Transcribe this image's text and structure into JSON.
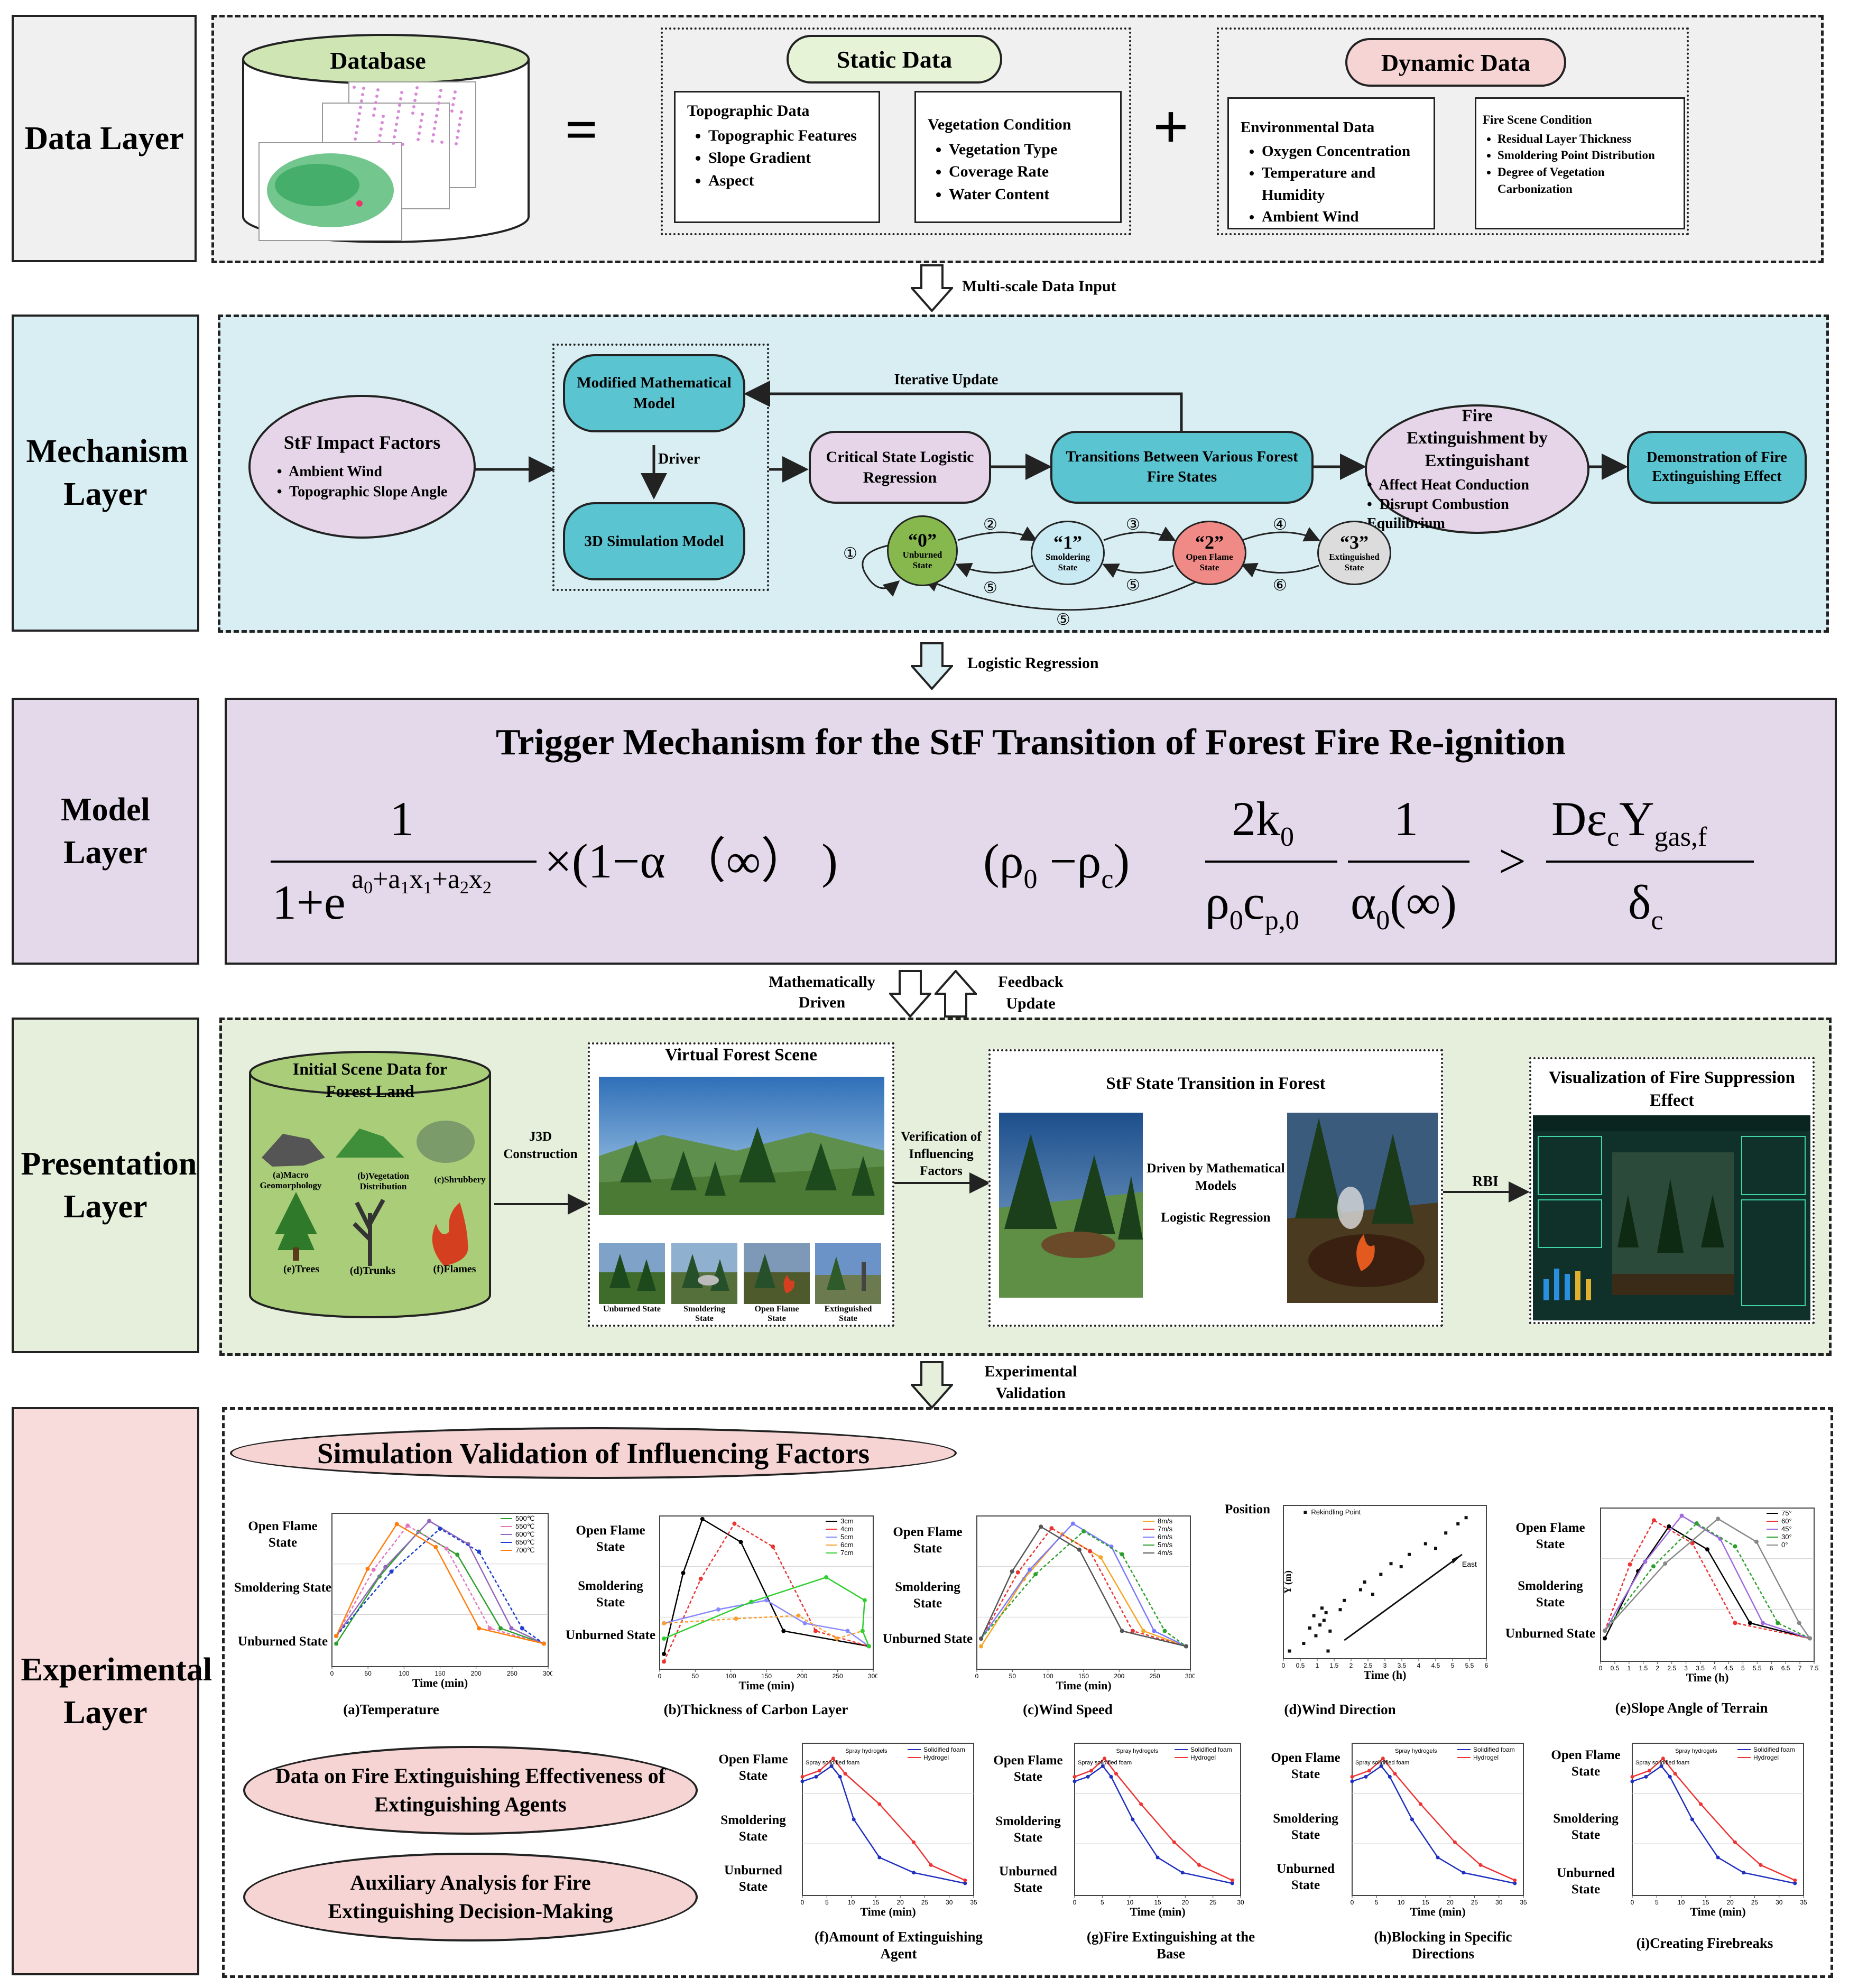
{
  "layers": {
    "data": "Data Layer",
    "mechanism": "Mechanism Layer",
    "model": "Model Layer",
    "presentation": "Presentation Layer",
    "experimental": "Experimental Layer"
  },
  "data_layer": {
    "database": "Database",
    "equals": "=",
    "plus": "+",
    "static_title": "Static Data",
    "topo_title": "Topographic Data",
    "topo_items": [
      "Topographic Features",
      "Slope Gradient",
      "Aspect"
    ],
    "veg_title": "Vegetation Condition",
    "veg_items": [
      "Vegetation Type",
      "Coverage Rate",
      "Water Content"
    ],
    "dynamic_title": "Dynamic Data",
    "env_title": "Environmental Data",
    "env_items": [
      "Oxygen Concentration",
      "Temperature and Humidity",
      "Ambient Wind"
    ],
    "fire_title": "Fire Scene Condition",
    "fire_items": [
      "Residual Layer Thickness",
      "Smoldering Point Distribution",
      "Degree of Vegetation Carbonization"
    ]
  },
  "arrows": {
    "a1": "Multi-scale Data Input",
    "a2": "Logistic Regression",
    "a3_left": "Mathematically Driven",
    "a3_right": "Feedback Update",
    "a4": "Experimental Validation"
  },
  "mechanism": {
    "impact_title": "StF Impact Factors",
    "impact_items": [
      "Ambient Wind",
      "Topographic Slope Angle"
    ],
    "modified_model": "Modified Mathematical Model",
    "driver": "Driver",
    "sim3d": "3D Simulation Model",
    "iterative": "Iterative Update",
    "critical": "Critical State Logistic Regression",
    "transitions": "Transitions Between Various Forest Fire States",
    "extinguish_title": "Fire Extinguishment by Extinguishant",
    "extinguish_items": [
      "Affect Heat Conduction",
      "Disrupt Combustion Equilibrium"
    ],
    "demonstration": "Demonstration of Fire Extinguishing Effect",
    "states": [
      {
        "num": "“0”",
        "name": "Unburned State"
      },
      {
        "num": "“1”",
        "name": "Smoldering State"
      },
      {
        "num": "“2”",
        "name": "Open Flame State"
      },
      {
        "num": "“3”",
        "name": "Extinguished State"
      }
    ],
    "circ": [
      "①",
      "②",
      "③",
      "④",
      "⑤",
      "⑥"
    ]
  },
  "model": {
    "title": "Trigger Mechanism for the StF Transition of Forest Fire Re-ignition"
  },
  "presentation": {
    "initial_title": "Initial Scene Data for Forest Land",
    "items": [
      "(a)Macro Geomorphology",
      "(b)Vegetation Distribution",
      "(c)Shrubbery",
      "(e)Trees",
      "(d)Trunks",
      "(f)Flames"
    ],
    "j3d": "J3D Construction",
    "virtual": "Virtual Forest Scene",
    "thumbs": [
      "Unburned State",
      "Smoldering State",
      "Open Flame State",
      "Extinguished State"
    ],
    "verification": "Verification of Influencing Factors",
    "stf": "StF State Transition in Forest",
    "driven": "Driven by Mathematical Models",
    "logistic": "Logistic Regression",
    "rbi": "RBI",
    "visual": "Visualization of Fire Suppression Effect"
  },
  "experimental": {
    "sim_title": "Simulation Validation of Influencing Factors",
    "agents_title": "Data on Fire Extinguishing Effectiveness of Extinguishing Agents",
    "aux_title": "Auxiliary Analysis for Fire Extinguishing Decision-Making",
    "y_open": "Open Flame State",
    "y_smold": "Smoldering State",
    "y_unb": "Unburned State",
    "captions": [
      "(a)Temperature",
      "(b)Thickness of Carbon Layer",
      "(c)Wind Speed",
      "(d)Wind Direction",
      "(e)Slope Angle of Terrain",
      "(f)Amount of Extinguishing Agent",
      "(g)Fire Extinguishing at the Base",
      "(h)Blocking in Specific Directions",
      "(i)Creating Firebreaks"
    ],
    "xlabels": [
      "Time (min)",
      "Time (min)",
      "Time (min)",
      "Time (h)",
      "Time (h)",
      "Time (min)",
      "Time (min)",
      "Time (min)",
      "Time (min)"
    ],
    "position": "Position",
    "y_m": "Y (m)",
    "rekindling": "Rekindling Point",
    "east": "East",
    "legend_a": [
      "500℃",
      "550℃",
      "600℃",
      "650℃",
      "700℃"
    ],
    "legend_b": [
      "3cm",
      "4cm",
      "5cm",
      "6cm",
      "7cm"
    ],
    "legend_c": [
      "8m/s",
      "7m/s",
      "6m/s",
      "5m/s",
      "4m/s"
    ],
    "legend_e": [
      "75°",
      "60°",
      "45°",
      "30°",
      "0°"
    ],
    "legend_agent": [
      "Solidified foam",
      "Hydrogel"
    ],
    "spray_hydrogels": "Spray hydrogels",
    "spray_foam": "Spray solidified foam"
  },
  "chart_data": [
    {
      "type": "line",
      "title": "(a)Temperature",
      "xlabel": "Time (min)",
      "xlim": [
        0,
        300
      ],
      "series_names": [
        "500℃",
        "550℃",
        "600℃",
        "650℃",
        "700℃"
      ],
      "categories": [
        "Unburned State",
        "Smoldering State",
        "Open Flame State"
      ]
    },
    {
      "type": "line",
      "title": "(b)Thickness of Carbon Layer",
      "xlabel": "Time (min)",
      "xlim": [
        0,
        300
      ],
      "series_names": [
        "3cm",
        "4cm",
        "5cm",
        "6cm",
        "7cm"
      ]
    },
    {
      "type": "line",
      "title": "(c)Wind Speed",
      "xlabel": "Time (min)",
      "xlim": [
        0,
        300
      ],
      "series_names": [
        "8m/s",
        "7m/s",
        "6m/s",
        "5m/s",
        "4m/s"
      ]
    },
    {
      "type": "scatter",
      "title": "(d)Wind Direction",
      "xlabel": "Time (h)",
      "ylabel": "Y (m)",
      "xlim": [
        0,
        6
      ],
      "series_names": [
        "Rekindling Point"
      ]
    },
    {
      "type": "line",
      "title": "(e)Slope Angle of Terrain",
      "xlabel": "Time (h)",
      "xlim": [
        0,
        7.5
      ],
      "series_names": [
        "75°",
        "60°",
        "45°",
        "30°",
        "0°"
      ]
    },
    {
      "type": "line",
      "title": "(f)Amount of Extinguishing Agent",
      "xlabel": "Time (min)",
      "xlim": [
        0,
        35
      ],
      "series_names": [
        "Solidified foam",
        "Hydrogel"
      ]
    },
    {
      "type": "line",
      "title": "(g)Fire Extinguishing at the Base",
      "xlabel": "Time (min)",
      "xlim": [
        0,
        30
      ],
      "series_names": [
        "Solidified foam",
        "Hydrogel"
      ]
    },
    {
      "type": "line",
      "title": "(h)Blocking in Specific Directions",
      "xlabel": "Time (min)",
      "xlim": [
        0,
        35
      ],
      "series_names": [
        "Solidified foam",
        "Hydrogel"
      ]
    },
    {
      "type": "line",
      "title": "(i)Creating Firebreaks",
      "xlabel": "Time (min)",
      "xlim": [
        0,
        35
      ],
      "series_names": [
        "Solidified foam",
        "Hydrogel"
      ]
    }
  ],
  "colors": {
    "data_bg": "#f0f0f0",
    "mech_bg": "#d9eef2",
    "model_bg": "#e4d9ea",
    "pres_bg": "#e6efdc",
    "exp_bg": "#f8dcdc",
    "teal": "#5bc4d1",
    "lavender": "#e6d5e9",
    "pink": "#f6d4d4",
    "green_pill": "#e7f3d7"
  }
}
